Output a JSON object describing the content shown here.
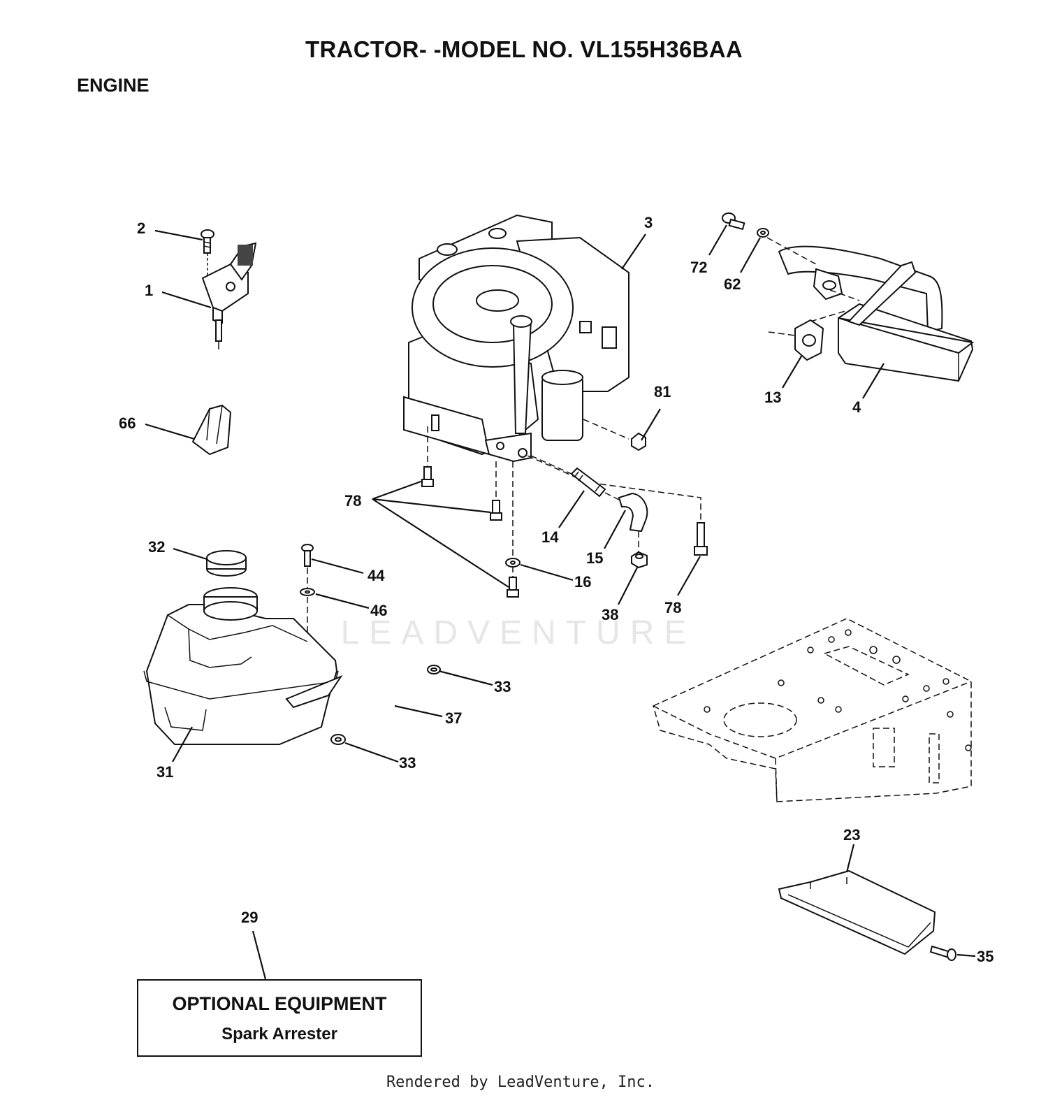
{
  "header": {
    "title": "TRACTOR- -MODEL NO. VL155H36BAA",
    "section": "ENGINE"
  },
  "callouts": [
    "1",
    "2",
    "3",
    "4",
    "13",
    "14",
    "15",
    "16",
    "23",
    "29",
    "31",
    "32",
    "33",
    "33",
    "35",
    "37",
    "38",
    "44",
    "46",
    "62",
    "66",
    "72",
    "78",
    "78",
    "81"
  ],
  "optional_box": {
    "line1": "OPTIONAL EQUIPMENT",
    "line2": "Spark Arrester"
  },
  "watermark": "LEADVENTURE",
  "footer": "Rendered by LeadVenture, Inc."
}
